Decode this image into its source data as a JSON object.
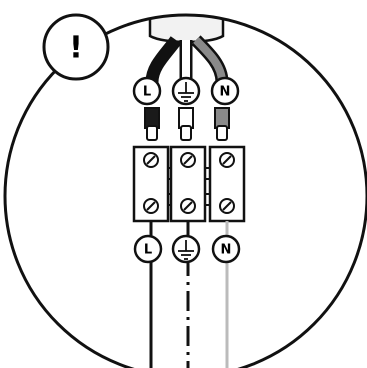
{
  "warning": {
    "symbol": "!"
  },
  "top_labels": {
    "live": "L",
    "earth": "earth-icon",
    "neutral": "N"
  },
  "bottom_labels": {
    "live": "L",
    "earth": "earth-icon",
    "neutral": "N"
  },
  "colors": {
    "outline": "#111111",
    "live_insulation": "#1a1a1a",
    "earth_insulation": "#ffffff",
    "neutral_insulation": "#8a8a8a",
    "neutral_cable": "#bbbbbb",
    "cable_sheath": "#f2f2f2"
  }
}
